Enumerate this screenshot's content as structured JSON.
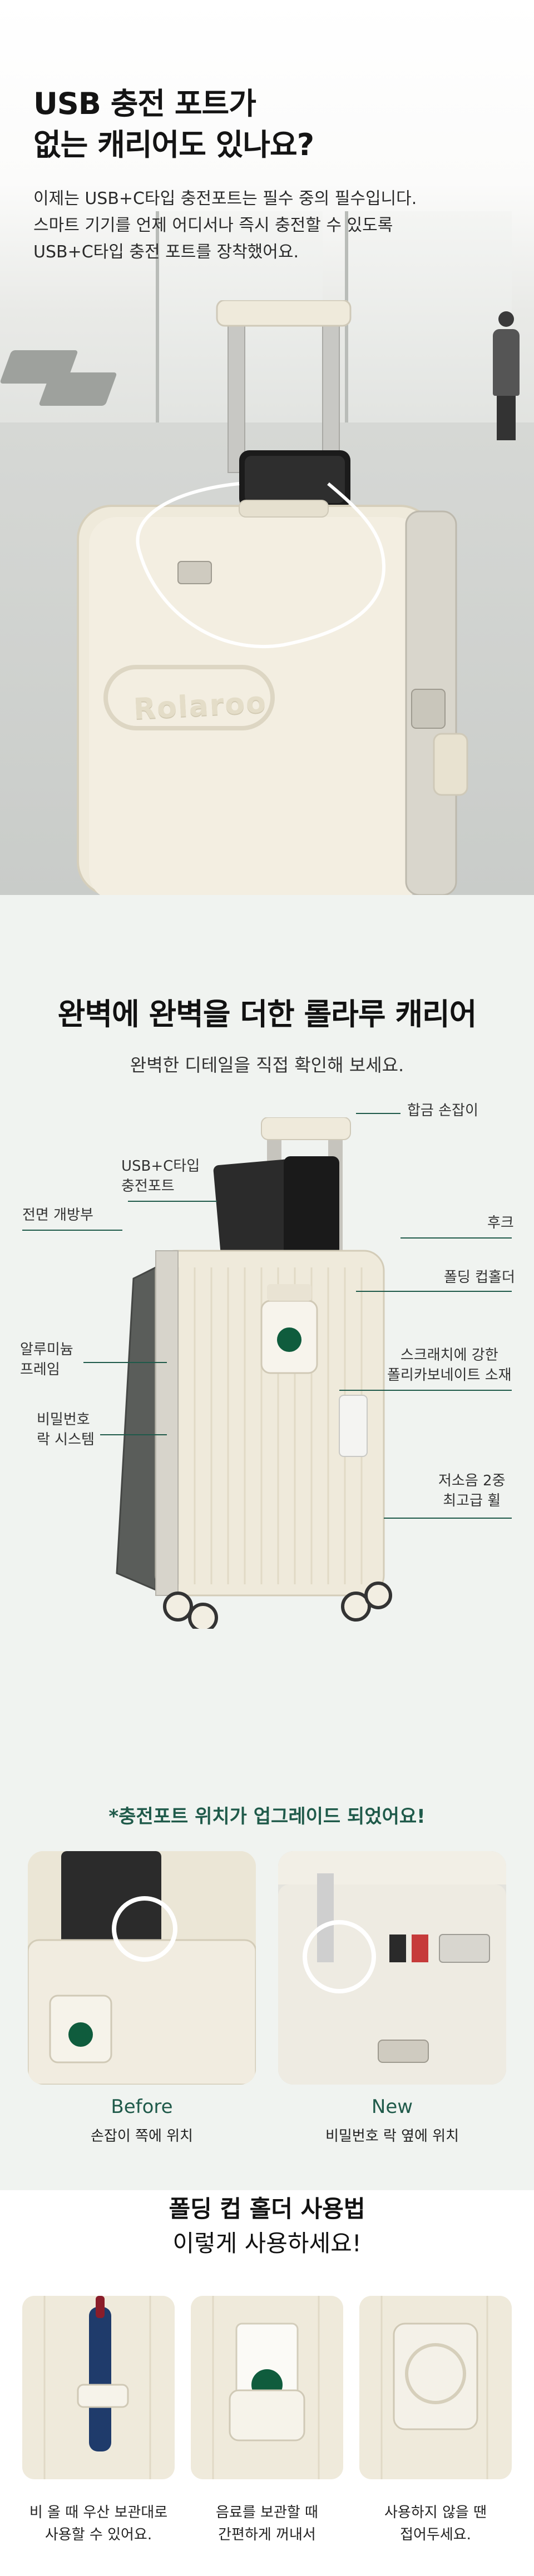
{
  "hero": {
    "title_line1": "USB 충전 포트가",
    "title_line2": "없는 캐리어도 있나요?",
    "desc_line1": "이제는 USB+C타입 충전포트는 필수 중의 필수입니다.",
    "desc_line2": "스마트 기기를 언제 어디서나 즉시 충전할 수 있도록",
    "desc_line3": "USB+C타입 충전 포트를 장착했어요.",
    "brand_emboss": "Rolaroo"
  },
  "features": {
    "title": "완벽에 완벽을 더한 롤라루 캐리어",
    "subtitle": "완벽한 디테일을 직접 확인해 보세요.",
    "callouts": {
      "handle": "합금 손잡이",
      "usb_line1": "USB+C타입",
      "usb_line2": "충전포트",
      "front_open": "전면 개방부",
      "hook": "후크",
      "cup_holder": "폴딩 컵홀더",
      "alu_line1": "알루미늄",
      "alu_line2": "프레임",
      "poly_line1": "스크래치에 강한",
      "poly_line2": "폴리카보네이트 소재",
      "lock_line1": "비밀번호",
      "lock_line2": "락 시스템",
      "wheel_line1": "저소음 2중",
      "wheel_line2": "최고급 휠"
    }
  },
  "upgrade": {
    "title": "*충전포트 위치가 업그레이드 되었어요!",
    "before_label": "Before",
    "before_desc": "손잡이 쪽에 위치",
    "after_label": "New",
    "after_desc": "비밀번호 락 옆에 위치"
  },
  "cupholder": {
    "title": "폴딩 컵 홀더 사용법",
    "subtitle": "이렇게 사용하세요!",
    "items": [
      {
        "line1": "비 올 때 우산 보관대로",
        "line2": "사용할 수 있어요."
      },
      {
        "line1": "음료를 보관할 때",
        "line2": "간편하게 꺼내서"
      },
      {
        "line1": "사용하지 않을 땐",
        "line2": "접어두세요."
      }
    ]
  },
  "colors": {
    "accent": "#1f5a4a",
    "suitcase": "#efeadb",
    "background": "#f0f3f0"
  }
}
